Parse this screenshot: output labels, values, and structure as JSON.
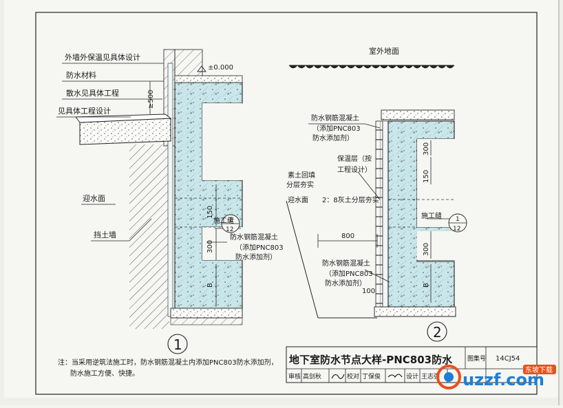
{
  "detail1": {
    "labels": {
      "ext_insulation": "外墙外保温见具体设计",
      "waterproof_material": "防水材料",
      "apron": "散水见具体工程",
      "see_design": "见具体工程设计",
      "water_face": "迎水面",
      "retaining_wall": "挡土墙",
      "construction_joint": "施工缝",
      "concrete_line1": "防水钢筋混凝土",
      "concrete_line2": "（添加PNC803",
      "concrete_line3": "防水添加剂）"
    },
    "dims": {
      "d500": "≥500",
      "elev": "±0.000",
      "d150": "150",
      "d300": "300",
      "dB": "B"
    },
    "circle_ref": {
      "top": "1",
      "bottom": "12"
    },
    "number": "1"
  },
  "detail2": {
    "labels": {
      "outdoor_ground": "室外地面",
      "concrete_top1": "防水钢筋混凝土",
      "concrete_top2": "（添加PNC803",
      "concrete_top3": "防水添加剂）",
      "insulation1": "保温层（按",
      "insulation2": "工程设计）",
      "backfill1": "素土回填",
      "backfill2": "分层夯实",
      "water_face": "迎水面",
      "lime_soil": "2：8灰土分层夯实",
      "construction_joint": "施工缝",
      "concrete_bot1": "防水钢筋混凝土",
      "concrete_bot2": "（添加PNC803",
      "concrete_bot3": "防水添加剂）"
    },
    "dims": {
      "d300a": "300",
      "d150": "150",
      "d800": "800",
      "d300b": "300",
      "d100": "100",
      "dB": "B"
    },
    "circle_ref": {
      "top": "1",
      "bottom": "12"
    },
    "number": "2"
  },
  "note": {
    "line1": "注：当采用逆筑法施工时，防水钢筋混凝土内添加PNC803防水添加剂，",
    "line2": "防水施工方便、快捷。"
  },
  "title_block": {
    "title": "地下室防水节点大样-PNC803防水",
    "atlas_label": "图集号",
    "atlas_no": "14CJ54",
    "review_label": "审核",
    "reviewer": "高剑秋",
    "check_label": "校对",
    "checker": "丁保俊",
    "design_label": "设计",
    "designer": "王志强"
  },
  "watermark": {
    "text": "uzzf.com",
    "badge": "东坡下载"
  },
  "colors": {
    "concrete": "#c9e6ea",
    "paper": "#f6f6f2",
    "ink": "#1a1a1a",
    "accent": "#e8501e"
  }
}
